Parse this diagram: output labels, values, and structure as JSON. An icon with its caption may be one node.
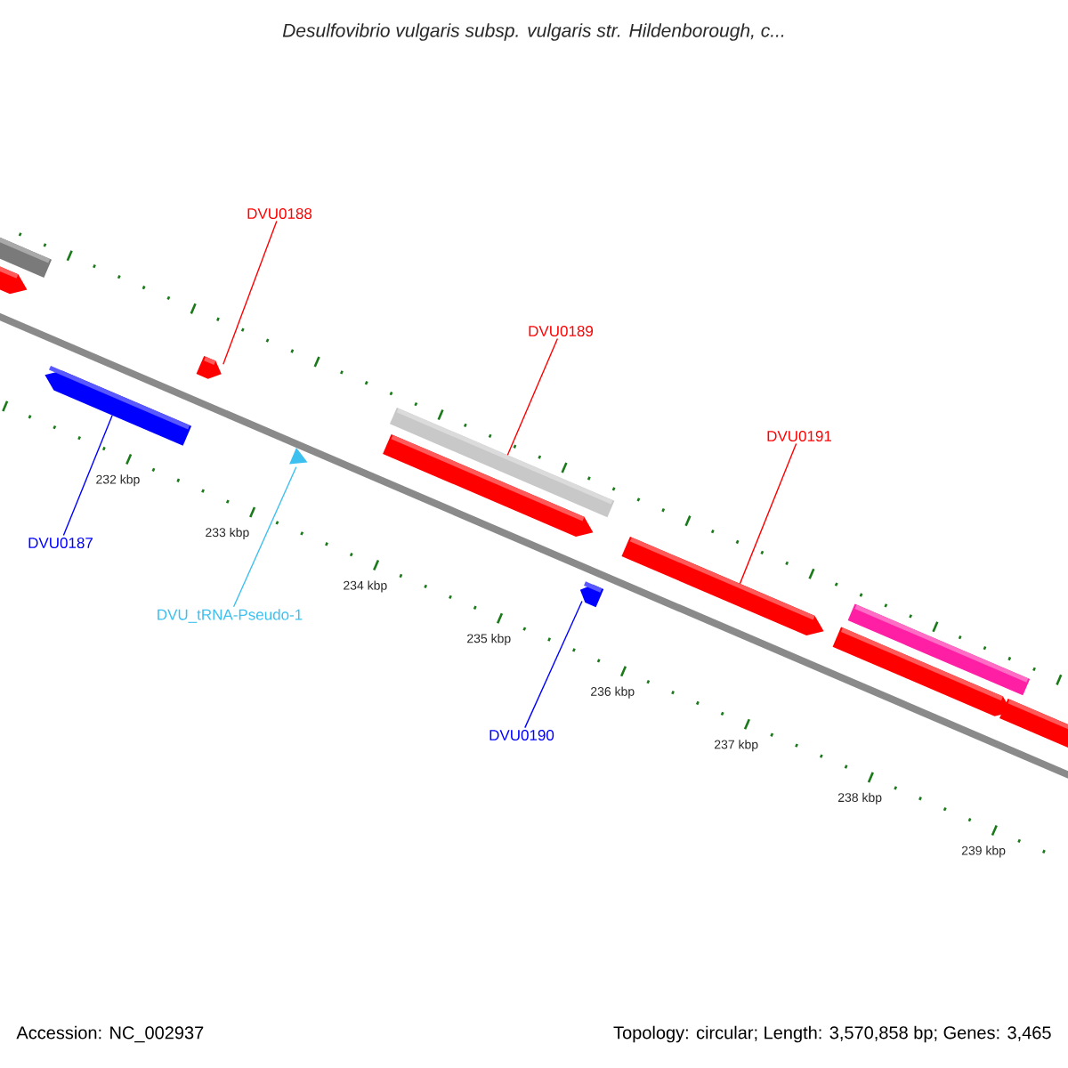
{
  "diagram": {
    "title": "Desulfovibrio vulgaris subsp. vulgaris str. Hildenborough, c...",
    "nodes": [
      {
        "text": [
          "DVU0188"
        ]
      },
      {
        "text": [
          "DVU0189"
        ]
      },
      {
        "text": [
          "DVU0191"
        ]
      },
      {
        "text": [
          "DVU0187"
        ]
      },
      {
        "text": [
          "DVU_tRNA-Pseudo-1"
        ]
      },
      {
        "text": [
          "DVU0190"
        ]
      },
      {
        "text": [],
        "shape": "bar"
      },
      {
        "text": [],
        "shape": "arrow"
      },
      {
        "text": [],
        "shape": "arrow"
      },
      {
        "text": [],
        "shape": "arrow"
      },
      {
        "text": [],
        "shape": "triangle"
      },
      {
        "text": [],
        "shape": "bar"
      },
      {
        "text": [],
        "shape": "arrow"
      },
      {
        "text": [],
        "shape": "arrow"
      },
      {
        "text": [],
        "shape": "arrow"
      },
      {
        "text": [],
        "shape": "bar"
      },
      {
        "text": [],
        "shape": "arrow"
      },
      {
        "text": [],
        "shape": "arrow"
      }
    ],
    "edges": [
      {
        "from": 0,
        "to": 9,
        "arrow": "none"
      },
      {
        "from": 1,
        "to": 11,
        "arrow": "none"
      },
      {
        "from": 2,
        "to": 14,
        "arrow": "none"
      },
      {
        "from": 3,
        "to": 8,
        "arrow": "none",
        "color": "#0000ff"
      },
      {
        "from": 4,
        "to": 10,
        "arrow": "none",
        "color": "#3cc0f0"
      },
      {
        "from": 5,
        "to": 13,
        "arrow": "none",
        "color": "#0000ff"
      }
    ],
    "labels": [
      "232 kbp",
      "233 kbp",
      "234 kbp",
      "235 kbp",
      "236 kbp",
      "237 kbp",
      "238 kbp",
      "239 kbp",
      "Accession: NC_002937",
      "Topology: circular; Length: 3,570,858 bp; Genes: 3,465"
    ]
  }
}
